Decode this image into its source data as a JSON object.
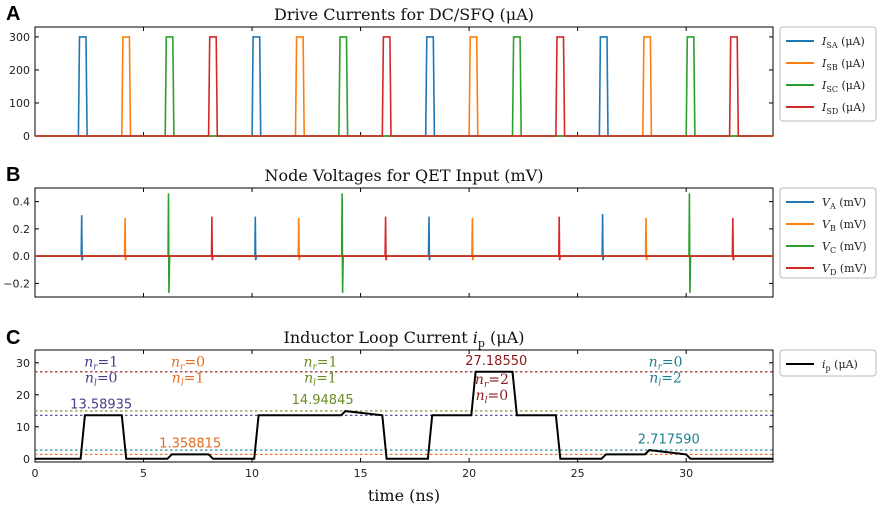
{
  "chart_data": [
    {
      "panel": "A",
      "type": "line",
      "title": "Drive Currents for DC/SFQ (μA)",
      "xlim": [
        0,
        34
      ],
      "ylim": [
        0,
        330
      ],
      "yticks": [
        0,
        100,
        200,
        300
      ],
      "grid": false,
      "legend_position": "right",
      "series": [
        {
          "name": "I_SA (μA)",
          "name_main": "I",
          "name_sub": "SA",
          "name_unit": " (μA)",
          "color": "#1f77b4",
          "pulse_starts": [
            2.0,
            10.0,
            18.0,
            26.0
          ]
        },
        {
          "name": "I_SB (μA)",
          "name_main": "I",
          "name_sub": "SB",
          "name_unit": " (μA)",
          "color": "#ff7f0e",
          "pulse_starts": [
            4.0,
            12.0,
            20.0,
            28.0
          ]
        },
        {
          "name": "I_SC (μA)",
          "name_main": "I",
          "name_sub": "SC",
          "name_unit": " (μA)",
          "color": "#2ca02c",
          "pulse_starts": [
            6.0,
            14.0,
            22.0,
            30.0
          ]
        },
        {
          "name": "I_SD (μA)",
          "name_main": "I",
          "name_sub": "SD",
          "name_unit": " (μA)",
          "color": "#d62728",
          "pulse_starts": [
            8.0,
            16.0,
            24.0,
            32.0
          ]
        }
      ],
      "pulse_height": 300,
      "pulse_width": 0.3
    },
    {
      "panel": "B",
      "type": "line",
      "title": "Node Voltages for QET Input (mV)",
      "xlim": [
        0,
        34
      ],
      "ylim": [
        -0.3,
        0.5
      ],
      "yticks": [
        -0.2,
        0.0,
        0.2,
        0.4
      ],
      "ytick_labels": [
        "−0.2",
        "0.0",
        "0.2",
        "0.4"
      ],
      "grid": false,
      "legend_position": "right",
      "series": [
        {
          "name": "V_A (mV)",
          "name_main": "V",
          "name_sub": "A",
          "name_unit": " (mV)",
          "color": "#1f77b4",
          "spikes": [
            [
              2.15,
              0.3,
              -0.03
            ],
            [
              10.15,
              0.29,
              -0.03
            ],
            [
              18.15,
              0.29,
              -0.03
            ],
            [
              26.15,
              0.31,
              -0.03
            ]
          ]
        },
        {
          "name": "V_B (mV)",
          "name_main": "V",
          "name_sub": "B",
          "name_unit": " (mV)",
          "color": "#ff7f0e",
          "spikes": [
            [
              4.15,
              0.28,
              -0.03
            ],
            [
              12.15,
              0.28,
              -0.03
            ],
            [
              20.15,
              0.28,
              -0.03
            ],
            [
              28.15,
              0.28,
              -0.03
            ]
          ]
        },
        {
          "name": "V_C (mV)",
          "name_main": "V",
          "name_sub": "C",
          "name_unit": " (mV)",
          "color": "#2ca02c",
          "spikes": [
            [
              6.15,
              0.46,
              -0.27
            ],
            [
              14.15,
              0.46,
              -0.27
            ],
            [
              22.15,
              0.0,
              0.0
            ],
            [
              30.15,
              0.46,
              -0.27
            ]
          ]
        },
        {
          "name": "V_D (mV)",
          "name_main": "V",
          "name_sub": "D",
          "name_unit": " (mV)",
          "color": "#d62728",
          "spikes": [
            [
              8.15,
              0.29,
              -0.03
            ],
            [
              16.15,
              0.29,
              -0.03
            ],
            [
              24.15,
              0.29,
              -0.03
            ],
            [
              32.15,
              0.28,
              -0.03
            ]
          ]
        }
      ]
    },
    {
      "panel": "C",
      "type": "line",
      "title_main": "Inductor Loop Current ",
      "title_var": "i",
      "title_sub": "p",
      "title_unit": " (μA)",
      "xlabel": "time (ns)",
      "xlim": [
        0,
        34
      ],
      "ylim": [
        -1,
        34
      ],
      "xticks": [
        0,
        5,
        10,
        15,
        20,
        25,
        30
      ],
      "yticks": [
        0,
        10,
        20,
        30
      ],
      "grid": false,
      "legend_position": "upper right",
      "series": [
        {
          "name": "i_p (μA)",
          "name_main": "i",
          "name_sub": "p",
          "name_unit": " (μA)",
          "color": "#000000",
          "x": [
            0,
            2.1,
            2.3,
            4.0,
            4.2,
            6.1,
            6.3,
            8.0,
            8.2,
            10.1,
            10.3,
            12.0,
            12.1,
            14.1,
            14.3,
            16.0,
            16.2,
            18.1,
            18.3,
            20.1,
            20.3,
            22.0,
            22.2,
            24.0,
            24.2,
            26.1,
            26.3,
            28.1,
            28.3,
            30.0,
            30.2,
            34
          ],
          "y": [
            0,
            0,
            13.6,
            13.6,
            0,
            0,
            1.36,
            1.36,
            0,
            0,
            13.6,
            13.6,
            13.6,
            13.6,
            14.9,
            13.6,
            0,
            0,
            13.6,
            13.6,
            27.2,
            27.2,
            13.6,
            13.6,
            0,
            0,
            1.36,
            1.36,
            2.72,
            1.36,
            0,
            0
          ]
        }
      ],
      "reference_lines": [
        {
          "value": 27.1855,
          "color": "#8b1a1a"
        },
        {
          "value": 14.94845,
          "color": "#6b8e23"
        },
        {
          "value": 13.58935,
          "color": "#483d8b"
        },
        {
          "value": 2.71759,
          "color": "#1e7f8f"
        },
        {
          "value": 1.358815,
          "color": "#e46b1f"
        }
      ],
      "annotations": [
        {
          "text": "13.58935",
          "color": "#483d8b",
          "x": 3.05,
          "y": 15.7
        },
        {
          "text": "1.358815",
          "color": "#e46b1f",
          "x": 7.15,
          "y": 3.5
        },
        {
          "text": "14.94845",
          "color": "#6b8e23",
          "x": 13.25,
          "y": 17.1
        },
        {
          "text": "27.18550",
          "color": "#8b1a1a",
          "x": 21.25,
          "y": 29.3
        },
        {
          "text": "2.717590",
          "color": "#1e7f8f",
          "x": 29.2,
          "y": 4.8
        }
      ],
      "state_labels": [
        {
          "color": "#483d8b",
          "x": 3.05,
          "rows": [
            {
              "y": 28.8,
              "sub": "r",
              "value": "=1"
            },
            {
              "y": 23.8,
              "sub": "l",
              "value": "=0"
            }
          ]
        },
        {
          "color": "#e46b1f",
          "x": 7.05,
          "rows": [
            {
              "y": 28.8,
              "sub": "r",
              "value": "=0"
            },
            {
              "y": 23.8,
              "sub": "l",
              "value": "=1"
            }
          ]
        },
        {
          "color": "#6b8e23",
          "x": 13.15,
          "rows": [
            {
              "y": 28.8,
              "sub": "r",
              "value": "=1"
            },
            {
              "y": 23.8,
              "sub": "l",
              "value": "=1"
            }
          ]
        },
        {
          "color": "#8b1a1a",
          "x": 21.05,
          "rows": [
            {
              "y": 23.3,
              "sub": "r",
              "value": "=2"
            },
            {
              "y": 18.3,
              "sub": "l",
              "value": "=0"
            }
          ]
        },
        {
          "color": "#1e7f8f",
          "x": 29.05,
          "rows": [
            {
              "y": 28.8,
              "sub": "r",
              "value": "=0"
            },
            {
              "y": 23.8,
              "sub": "l",
              "value": "=2"
            }
          ]
        }
      ]
    }
  ],
  "panel_letters": [
    "A",
    "B",
    "C"
  ],
  "n_symbol": "n"
}
